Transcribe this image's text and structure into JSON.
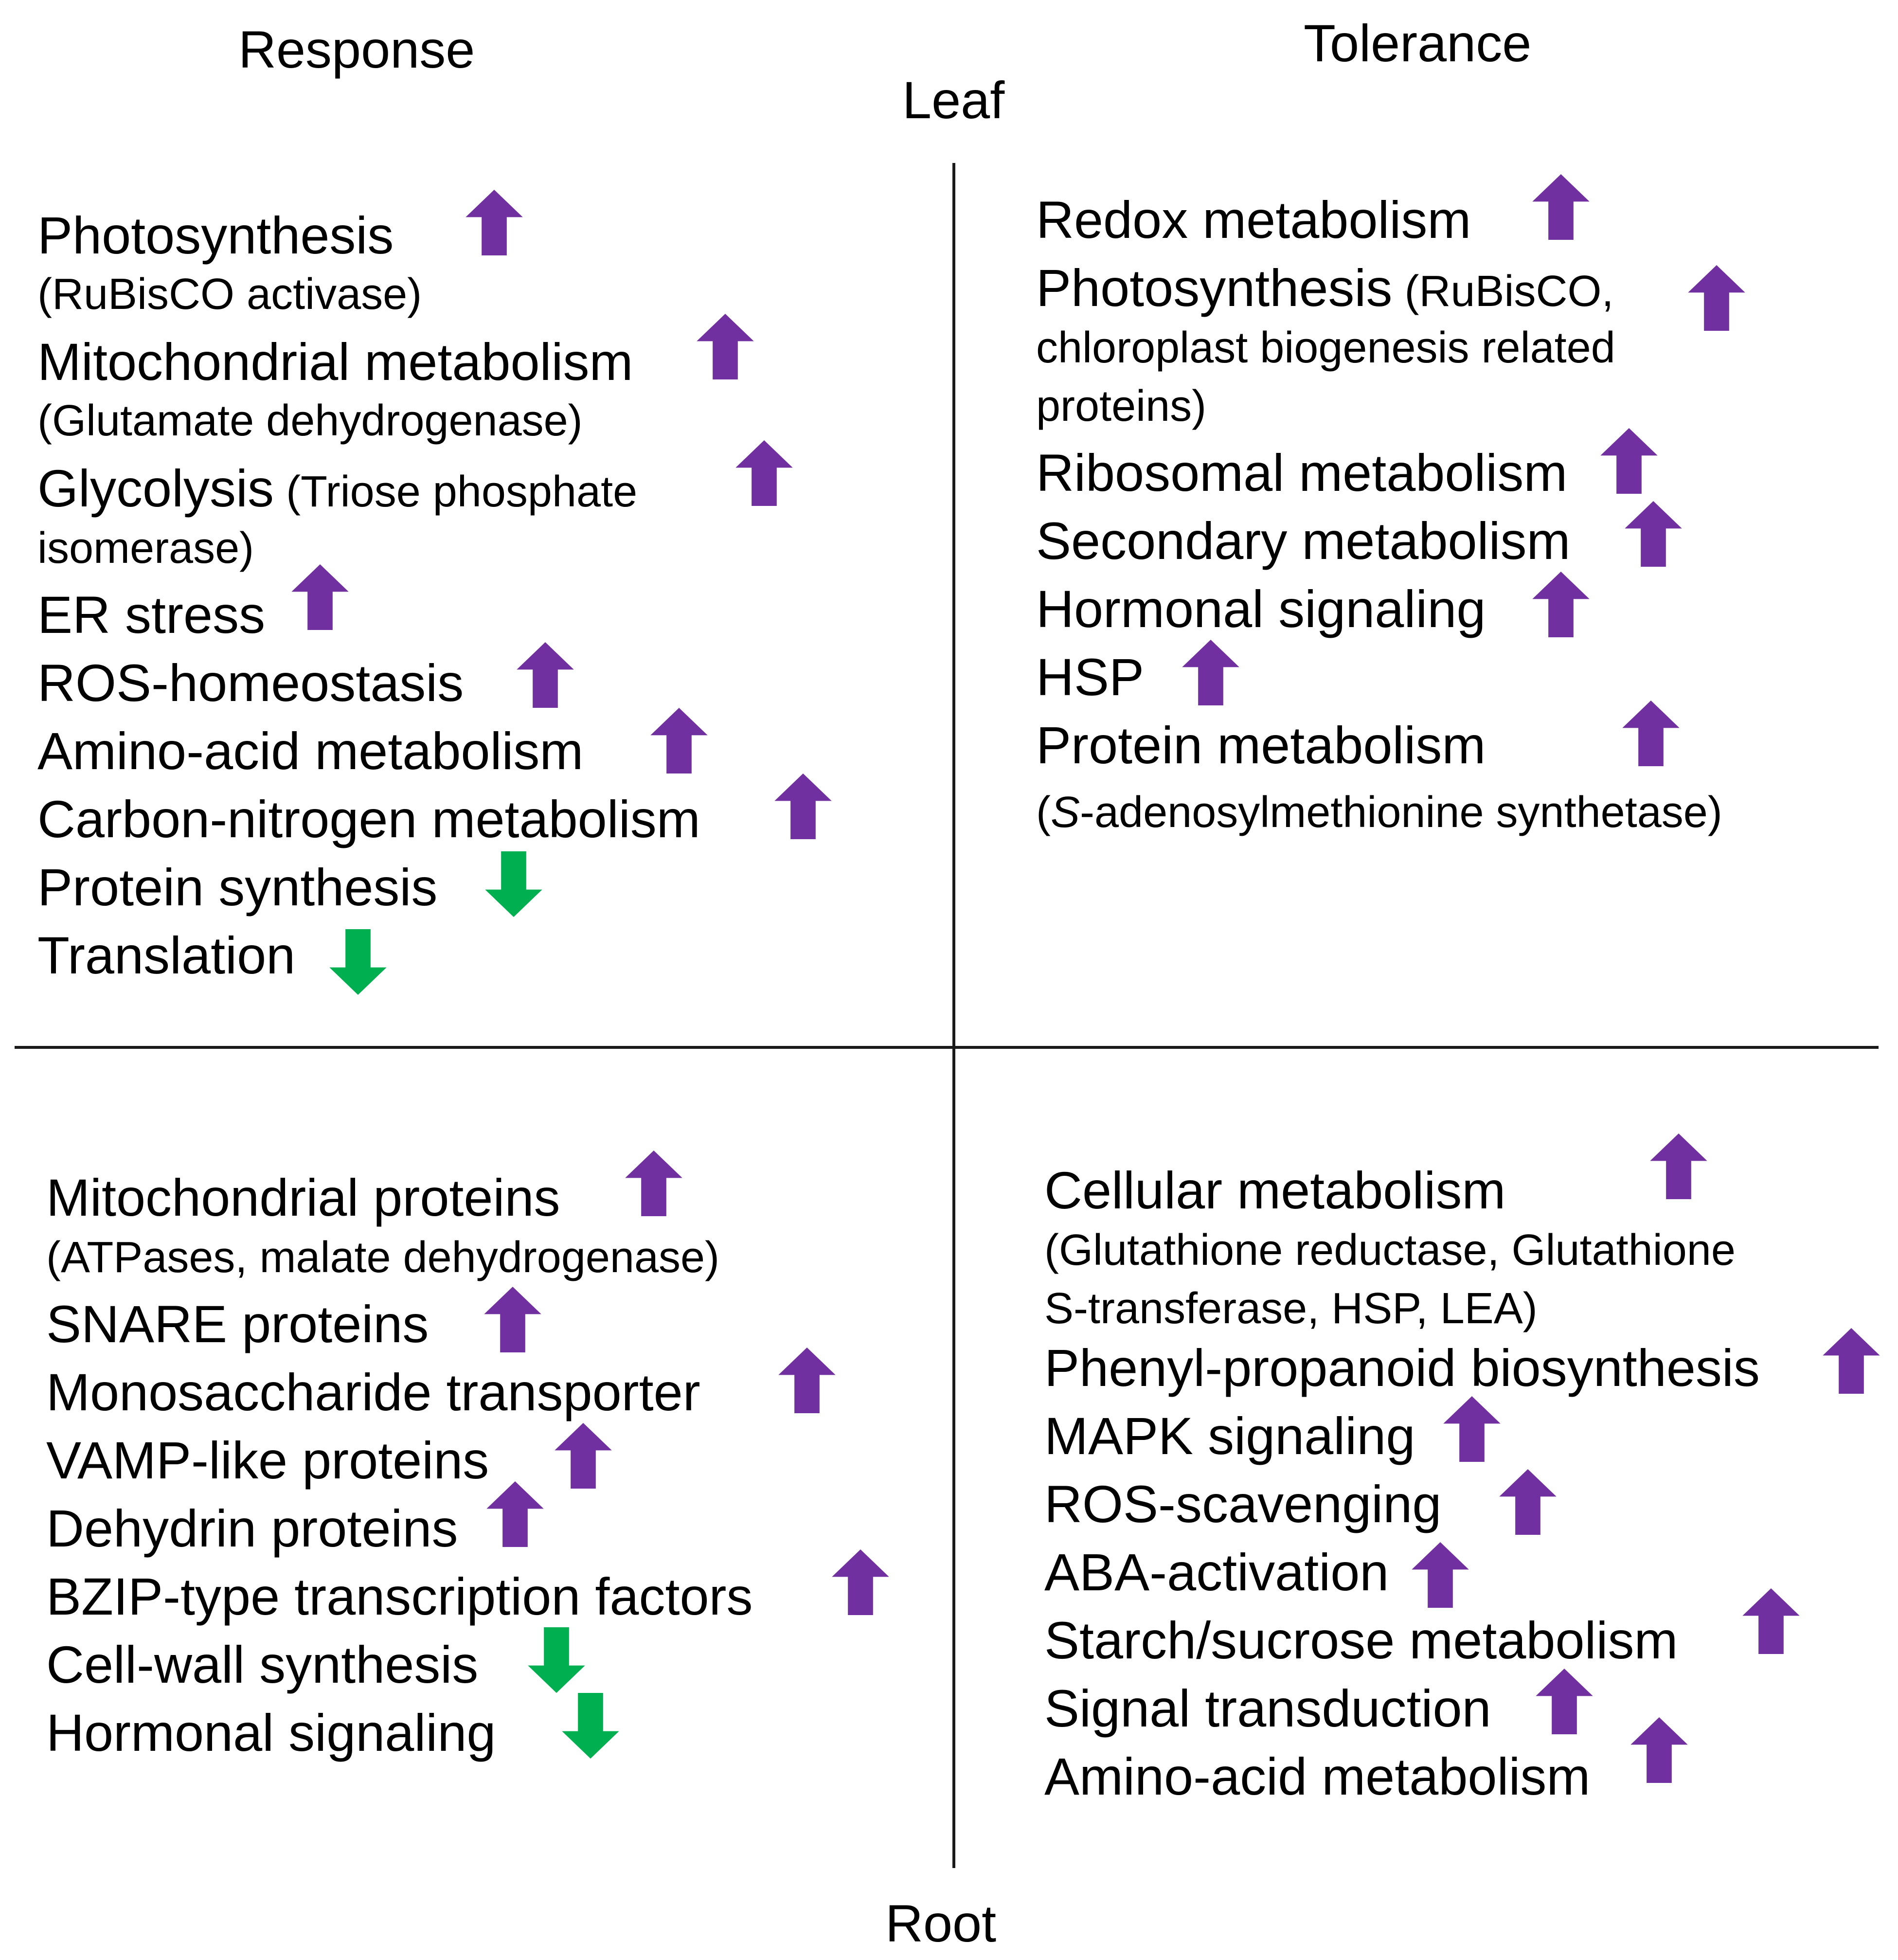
{
  "headers": {
    "response": "Response",
    "tolerance": "Tolerance",
    "leaf": "Leaf",
    "root": "Root"
  },
  "colors": {
    "up": "#7030A0",
    "down": "#00B050",
    "axis": "#1a1a1a"
  },
  "icons": {
    "up": "arrow-up-icon",
    "down": "arrow-down-icon"
  },
  "quadrants": {
    "leaf_response": {
      "items": [
        {
          "name": "Photosynthesis",
          "detail": "",
          "sub": [
            "(RuBisCO activase)"
          ],
          "direction": "up"
        },
        {
          "name": "Mitochondrial metabolism",
          "detail": "",
          "sub": [
            "(Glutamate dehydrogenase)"
          ],
          "direction": "up"
        },
        {
          "name": "Glycolysis",
          "detail": " (Triose phosphate",
          "sub": [
            "isomerase)"
          ],
          "direction": "up"
        },
        {
          "name": "ER stress",
          "detail": "",
          "sub": [],
          "direction": "up"
        },
        {
          "name": "ROS-homeostasis",
          "detail": "",
          "sub": [],
          "direction": "up"
        },
        {
          "name": "Amino-acid metabolism",
          "detail": "",
          "sub": [],
          "direction": "up"
        },
        {
          "name": "Carbon-nitrogen metabolism",
          "detail": "",
          "sub": [],
          "direction": "up"
        },
        {
          "name": "Protein synthesis",
          "detail": "",
          "sub": [],
          "direction": "down"
        },
        {
          "name": "Translation",
          "detail": "",
          "sub": [],
          "direction": "down"
        }
      ]
    },
    "leaf_tolerance": {
      "items": [
        {
          "name": "Redox metabolism",
          "detail": "",
          "sub": [],
          "direction": "up"
        },
        {
          "name": "Photosynthesis",
          "detail": " (RuBisCO,",
          "sub": [
            "chloroplast biogenesis related",
            "proteins)"
          ],
          "direction": "up"
        },
        {
          "name": "Ribosomal metabolism",
          "detail": "",
          "sub": [],
          "direction": "up"
        },
        {
          "name": "Secondary metabolism",
          "detail": "",
          "sub": [],
          "direction": "up"
        },
        {
          "name": "Hormonal signaling",
          "detail": "",
          "sub": [],
          "direction": "up"
        },
        {
          "name": "HSP",
          "detail": "",
          "sub": [],
          "direction": "up"
        },
        {
          "name": "Protein metabolism",
          "detail": "",
          "sub": [],
          "direction": "up",
          "sub_rich": {
            "pre": "(",
            "italic": "S",
            "post": "-adenosylmethionine synthetase)"
          }
        }
      ]
    },
    "root_response": {
      "items": [
        {
          "name": "Mitochondrial proteins",
          "detail": "",
          "sub": [
            "(ATPases, malate dehydrogenase)"
          ],
          "direction": "up"
        },
        {
          "name": "SNARE proteins",
          "detail": "",
          "sub": [],
          "direction": "up"
        },
        {
          "name": "Monosaccharide transporter",
          "detail": "",
          "sub": [],
          "direction": "up"
        },
        {
          "name": "VAMP-like proteins",
          "detail": "",
          "sub": [],
          "direction": "up"
        },
        {
          "name": "Dehydrin proteins",
          "detail": "",
          "sub": [],
          "direction": "up"
        },
        {
          "name": "BZIP-type transcription factors",
          "detail": "",
          "sub": [],
          "direction": "up"
        },
        {
          "name": "Cell-wall synthesis",
          "detail": "",
          "sub": [],
          "direction": "down"
        },
        {
          "name": "Hormonal signaling",
          "detail": "",
          "sub": [],
          "direction": "down"
        }
      ]
    },
    "root_tolerance": {
      "items": [
        {
          "name": "Cellular metabolism",
          "detail": "",
          "sub": [
            "(Glutathione reductase, Glutathione",
            "S-transferase, HSP, LEA)"
          ],
          "direction": "up"
        },
        {
          "name": "Phenyl-propanoid biosynthesis",
          "detail": "",
          "sub": [],
          "direction": "up"
        },
        {
          "name": "MAPK signaling",
          "detail": "",
          "sub": [],
          "direction": "up"
        },
        {
          "name": "ROS-scavenging",
          "detail": "",
          "sub": [],
          "direction": "up"
        },
        {
          "name": "ABA-activation",
          "detail": "",
          "sub": [],
          "direction": "up"
        },
        {
          "name": "Starch/sucrose metabolism",
          "detail": "",
          "sub": [],
          "direction": "up"
        },
        {
          "name": "Signal transduction",
          "detail": "",
          "sub": [],
          "direction": "up"
        },
        {
          "name": "Amino-acid metabolism",
          "detail": "",
          "sub": [],
          "direction": "up"
        }
      ]
    }
  }
}
